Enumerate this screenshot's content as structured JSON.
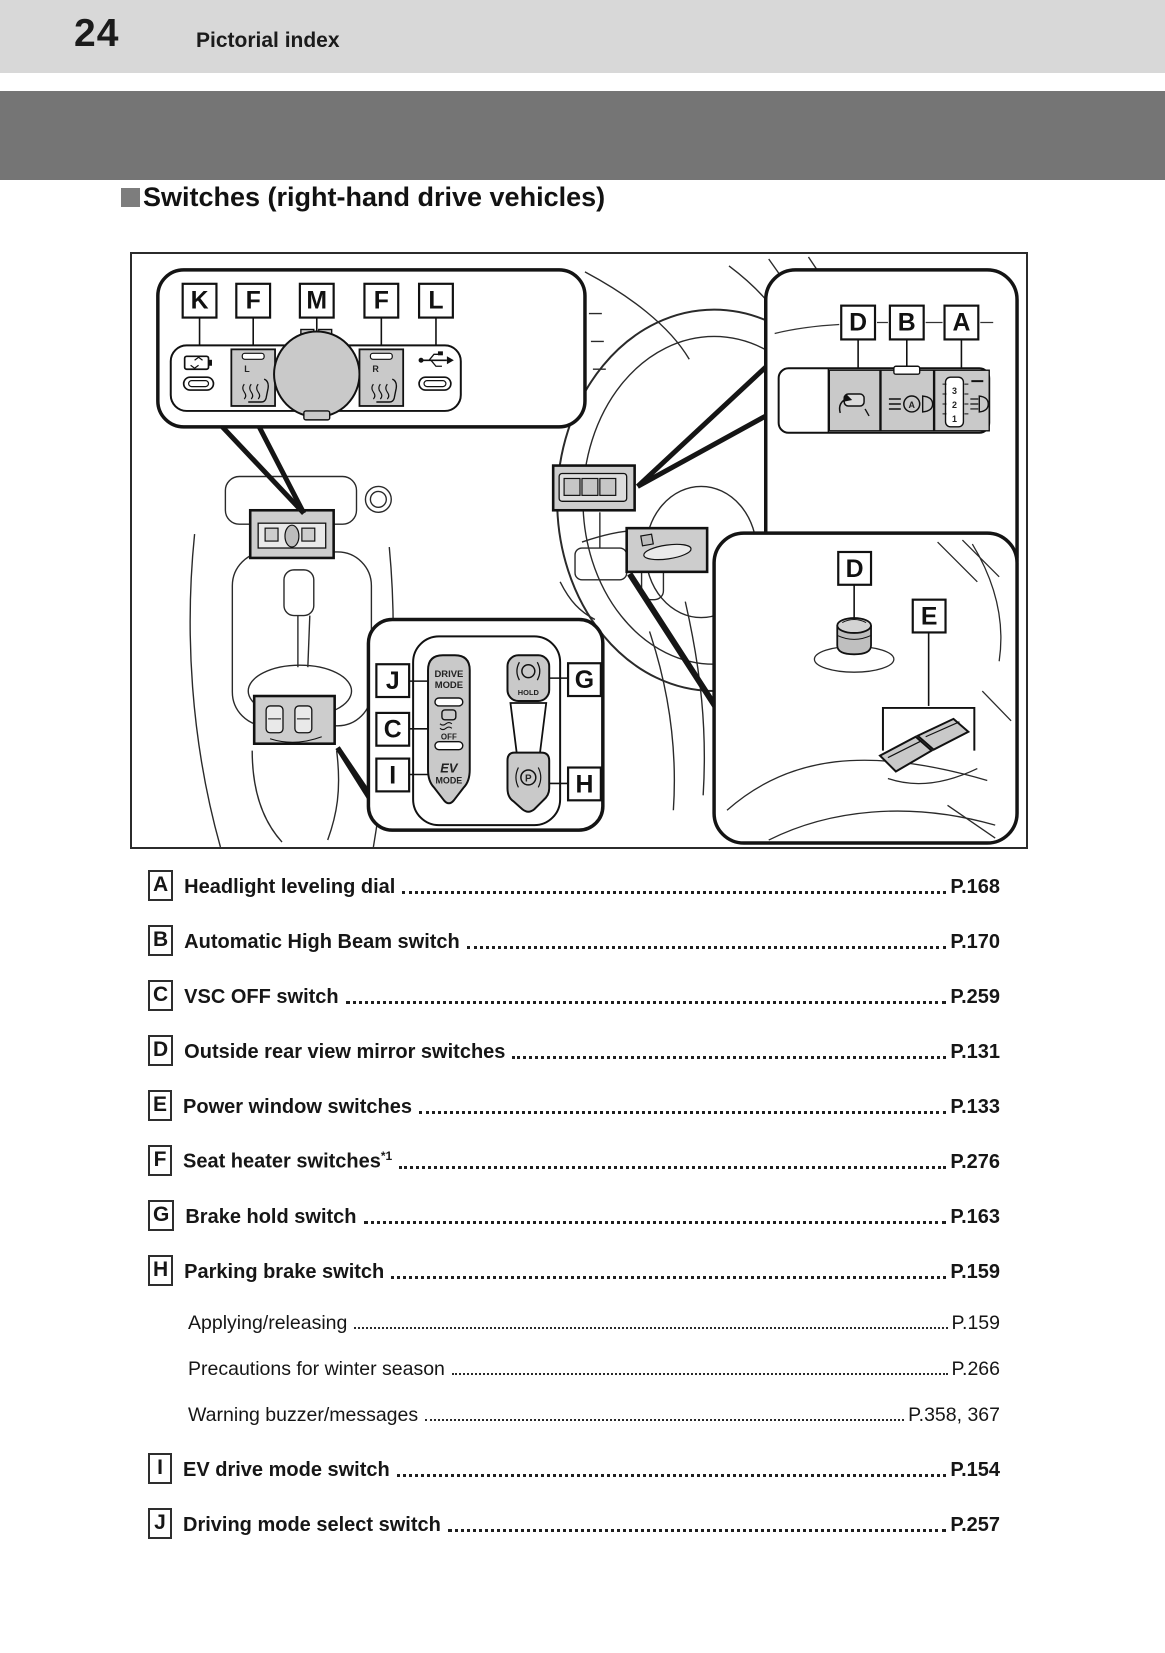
{
  "page": {
    "number": "24",
    "header_title": "Pictorial index"
  },
  "section": {
    "marker": "",
    "title": "Switches (right-hand drive vehicles)"
  },
  "figure": {
    "labels": {
      "A": "A",
      "B": "B",
      "C": "C",
      "D": "D",
      "E": "E",
      "F": "F",
      "G": "G",
      "H": "H",
      "I": "I",
      "J": "J",
      "K": "K",
      "L": "L",
      "M": "M"
    },
    "switches": {
      "drive": "DRIVE",
      "mode": "MODE",
      "off": "OFF",
      "ev": "EV",
      "hold": "HOLD",
      "p": "P",
      "a": "A",
      "seat_left": "L",
      "seat_right": "R",
      "dial_3": "3",
      "dial_2": "2",
      "dial_1": "1"
    }
  },
  "index": {
    "entries": [
      {
        "label": "A",
        "title": "Headlight leveling dial",
        "page": "P.168"
      },
      {
        "label": "B",
        "title": "Automatic High Beam switch",
        "page": "P.170"
      },
      {
        "label": "C",
        "title": "VSC OFF switch",
        "page": "P.259"
      },
      {
        "label": "D",
        "title": "Outside rear view mirror switches",
        "page": "P.131"
      },
      {
        "label": "E",
        "title": "Power window switches",
        "page": "P.133"
      },
      {
        "label": "F",
        "title": "Seat heater switches",
        "sup": "*1",
        "page": "P.276"
      },
      {
        "label": "G",
        "title": "Brake hold switch",
        "page": "P.163"
      },
      {
        "label": "H",
        "title": "Parking brake switch",
        "page": "P.159"
      },
      {
        "label": "",
        "title": "Applying/releasing",
        "page": "P.159"
      },
      {
        "label": "",
        "title": "Precautions for winter season",
        "page": "P.266"
      },
      {
        "label": "",
        "title": "Warning buzzer/messages",
        "page": "P.358, 367"
      },
      {
        "label": "I",
        "title": "EV drive mode switch",
        "page": "P.154"
      },
      {
        "label": "J",
        "title": "Driving mode select switch",
        "page": "P.257"
      }
    ]
  }
}
